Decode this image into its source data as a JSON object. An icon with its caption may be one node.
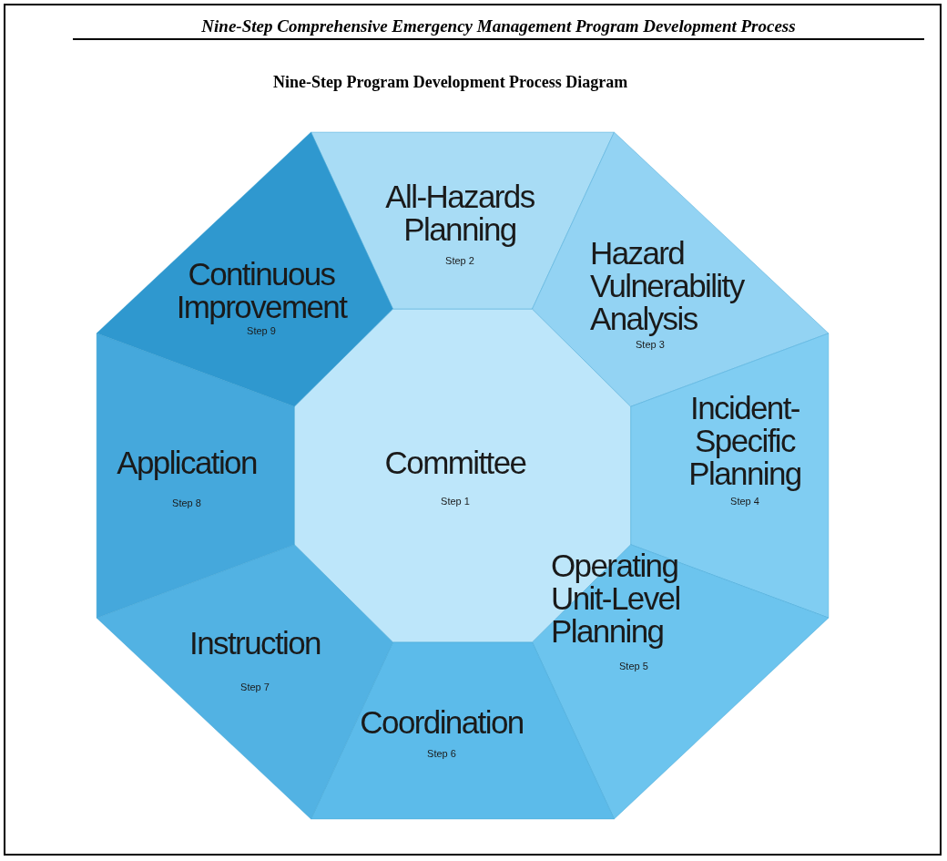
{
  "diagram": {
    "title": "Nine-Step Comprehensive Emergency Management Program Development Process",
    "nodes": [
      {
        "text": [
          "Committee",
          "Step 1"
        ]
      },
      {
        "text": [
          "All-Hazards Planning",
          "Step 2"
        ]
      },
      {
        "text": [
          "Hazard Vulnerability Analysis",
          "Step 3"
        ]
      },
      {
        "text": [
          "Incident-Specific Planning",
          "Step 4"
        ]
      },
      {
        "text": [
          "Operating Unit-Level Planning",
          "Step 5"
        ]
      },
      {
        "text": [
          "Coordination",
          "Step 6"
        ]
      },
      {
        "text": [
          "Instruction",
          "Step 7"
        ]
      },
      {
        "text": [
          "Application",
          "Step 8"
        ]
      },
      {
        "text": [
          "Continuous Improvement",
          "Step 9"
        ]
      }
    ],
    "labels": [
      "Nine-Step Program Development Process Diagram"
    ]
  }
}
